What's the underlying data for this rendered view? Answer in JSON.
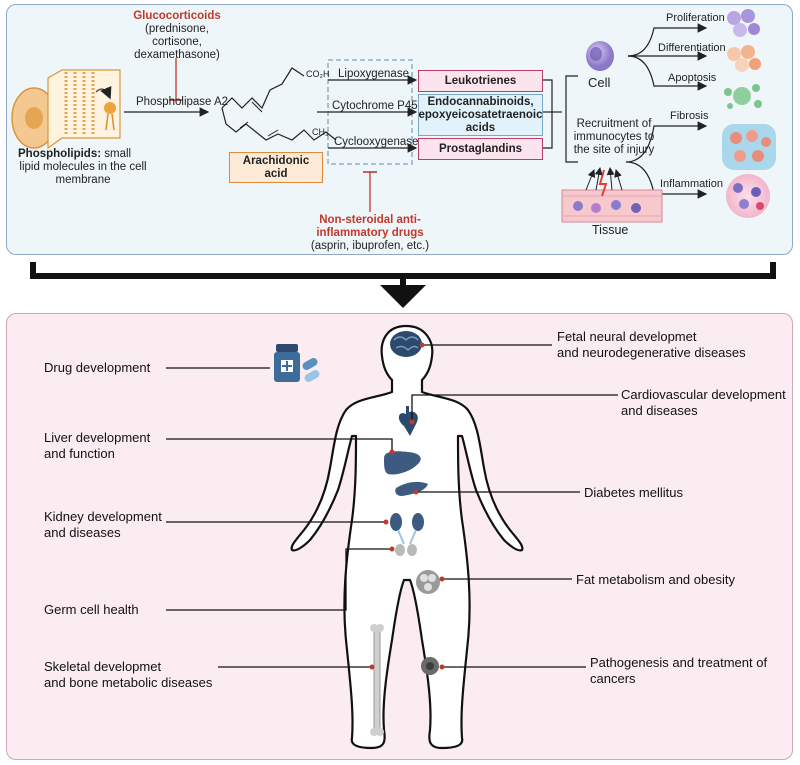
{
  "top": {
    "glucocorticoids": {
      "title": "Glucocorticoids",
      "examples_line1": "(prednisone,",
      "examples_line2": "cortisone,",
      "examples_line3": "dexamethasone)"
    },
    "phospholipase": "Phospholipase A2",
    "phospholipids": {
      "title": "Phospholipids:",
      "desc_line1": "small",
      "desc_line2": "lipid molecules in the cell",
      "desc_line3": "membrane"
    },
    "arachidonic": {
      "line1": "Arachidonic",
      "line2": "acid",
      "co2h": "CO₂H",
      "ch3": "CH₃"
    },
    "enzymes": [
      "Lipoxygenase",
      "Cytochrome P450",
      "Cyclooxygenase"
    ],
    "products": {
      "leukotrienes": "Leukotrienes",
      "endo_line1": "Endocannabinoids,",
      "endo_line2": "epoxyeicosatetraenoic",
      "endo_line3": "acids",
      "prostaglandins": "Prostaglandins"
    },
    "nsaid": {
      "title_line1": "Non-steroidal anti-",
      "title_line2": "inflammatory drugs",
      "examples": "(asprin, ibuprofen, etc.)"
    },
    "cell_label": "Cell",
    "recruit": {
      "line1": "Recruitment of",
      "line2": "immunocytes to",
      "line3": "the site of injury"
    },
    "tissue_label": "Tissue",
    "outcomes": {
      "proliferation": "Proliferation",
      "differentiation": "Differentiation",
      "apoptosis": "Apoptosis",
      "fibrosis": "Fibrosis",
      "inflammation": "Inflammation"
    }
  },
  "bottom": {
    "drug": "Drug development",
    "liver_line1": "Liver development",
    "liver_line2": "and function",
    "kidney_line1": "Kidney development",
    "kidney_line2": "and diseases",
    "germ": "Germ cell health",
    "skeletal_line1": "Skeletal developmet",
    "skeletal_line2": "and bone metabolic diseases",
    "neural_line1": "Fetal neural developmet",
    "neural_line2": "and neurodegenerative diseases",
    "cardio_line1": "Cardiovascular development",
    "cardio_line2": "and diseases",
    "diabetes": "Diabetes mellitus",
    "fat": "Fat metabolism and obesity",
    "cancer_line1": "Pathogenesis and treatment of",
    "cancer_line2": "cancers"
  },
  "colors": {
    "top_panel_bg": "#eef6fa",
    "bottom_panel_bg": "#fbecf1",
    "inhibitor_red": "#c0392b",
    "marker_red": "#c0392b"
  }
}
